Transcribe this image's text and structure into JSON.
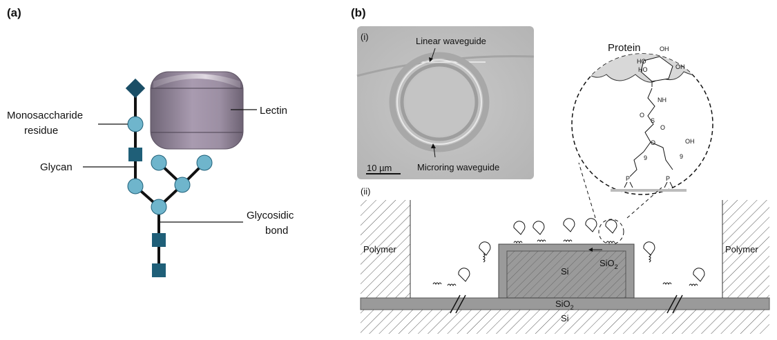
{
  "panel_a": {
    "label": "(a)",
    "monosaccharide": [
      "Monosaccharide",
      "residue"
    ],
    "glycan": "Glycan",
    "lectin": "Lectin",
    "glycosidic": [
      "Glycosidic",
      "bond"
    ]
  },
  "panel_b": {
    "label": "(b)",
    "sub_i": "(i)",
    "sub_ii": "(ii)",
    "linear_waveguide": "Linear waveguide",
    "microring_waveguide": "Microring waveguide",
    "scale_bar": "10 µm",
    "protein": "Protein",
    "polymer_left": "Polymer",
    "polymer_right": "Polymer",
    "si_core": "Si",
    "sio2_label": "SiO",
    "sio2_sub": "2",
    "sio2_layer": "SiO",
    "sio2_layer_sub": "2",
    "si_substrate": "Si",
    "chem": {
      "oh1": "OH",
      "ho1": "HO",
      "ho2": "HO",
      "oh2": "OH",
      "nh": "NH",
      "s": "S",
      "o1": "O",
      "o2": "O",
      "o3": "O",
      "sub9a": "9",
      "sub9b": "9",
      "oh3": "OH",
      "p1": "P",
      "p2": "P",
      "o": "O"
    }
  },
  "colors": {
    "glycan_circle": "#6fb5cc",
    "glycan_square": "#1f5f78",
    "glycan_diamond": "#1a4e66",
    "lectin": "#8c7f92",
    "oxide": "#9a9a9a",
    "protein": "#d8d8d8"
  }
}
